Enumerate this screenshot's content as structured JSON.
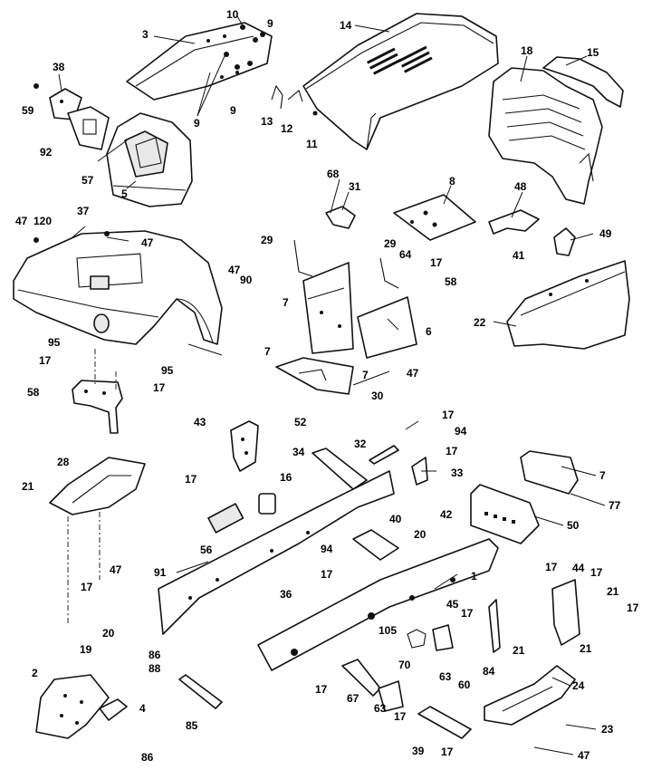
{
  "diagram": {
    "type": "exploded parts diagram",
    "labels": [
      "10",
      "9",
      "3",
      "14",
      "18",
      "15",
      "38",
      "59",
      "92",
      "57",
      "5",
      "9",
      "9",
      "13",
      "12",
      "11",
      "68",
      "31",
      "8",
      "48",
      "41",
      "49",
      "47",
      "120",
      "37",
      "47",
      "29",
      "47",
      "90",
      "29",
      "64",
      "17",
      "58",
      "7",
      "7",
      "6",
      "47",
      "22",
      "95",
      "17",
      "95",
      "58",
      "17",
      "30",
      "7",
      "43",
      "52",
      "34",
      "32",
      "17",
      "94",
      "17",
      "33",
      "7",
      "77",
      "28",
      "21",
      "17",
      "16",
      "56",
      "47",
      "40",
      "20",
      "42",
      "50",
      "17",
      "91",
      "94",
      "17",
      "1",
      "44",
      "17",
      "21",
      "17",
      "17",
      "36",
      "45",
      "17",
      "105",
      "70",
      "21",
      "21",
      "19",
      "20",
      "86",
      "88",
      "2",
      "4",
      "85",
      "67",
      "63",
      "63",
      "60",
      "84",
      "17",
      "17",
      "24",
      "23",
      "86",
      "39",
      "17",
      "47"
    ]
  }
}
